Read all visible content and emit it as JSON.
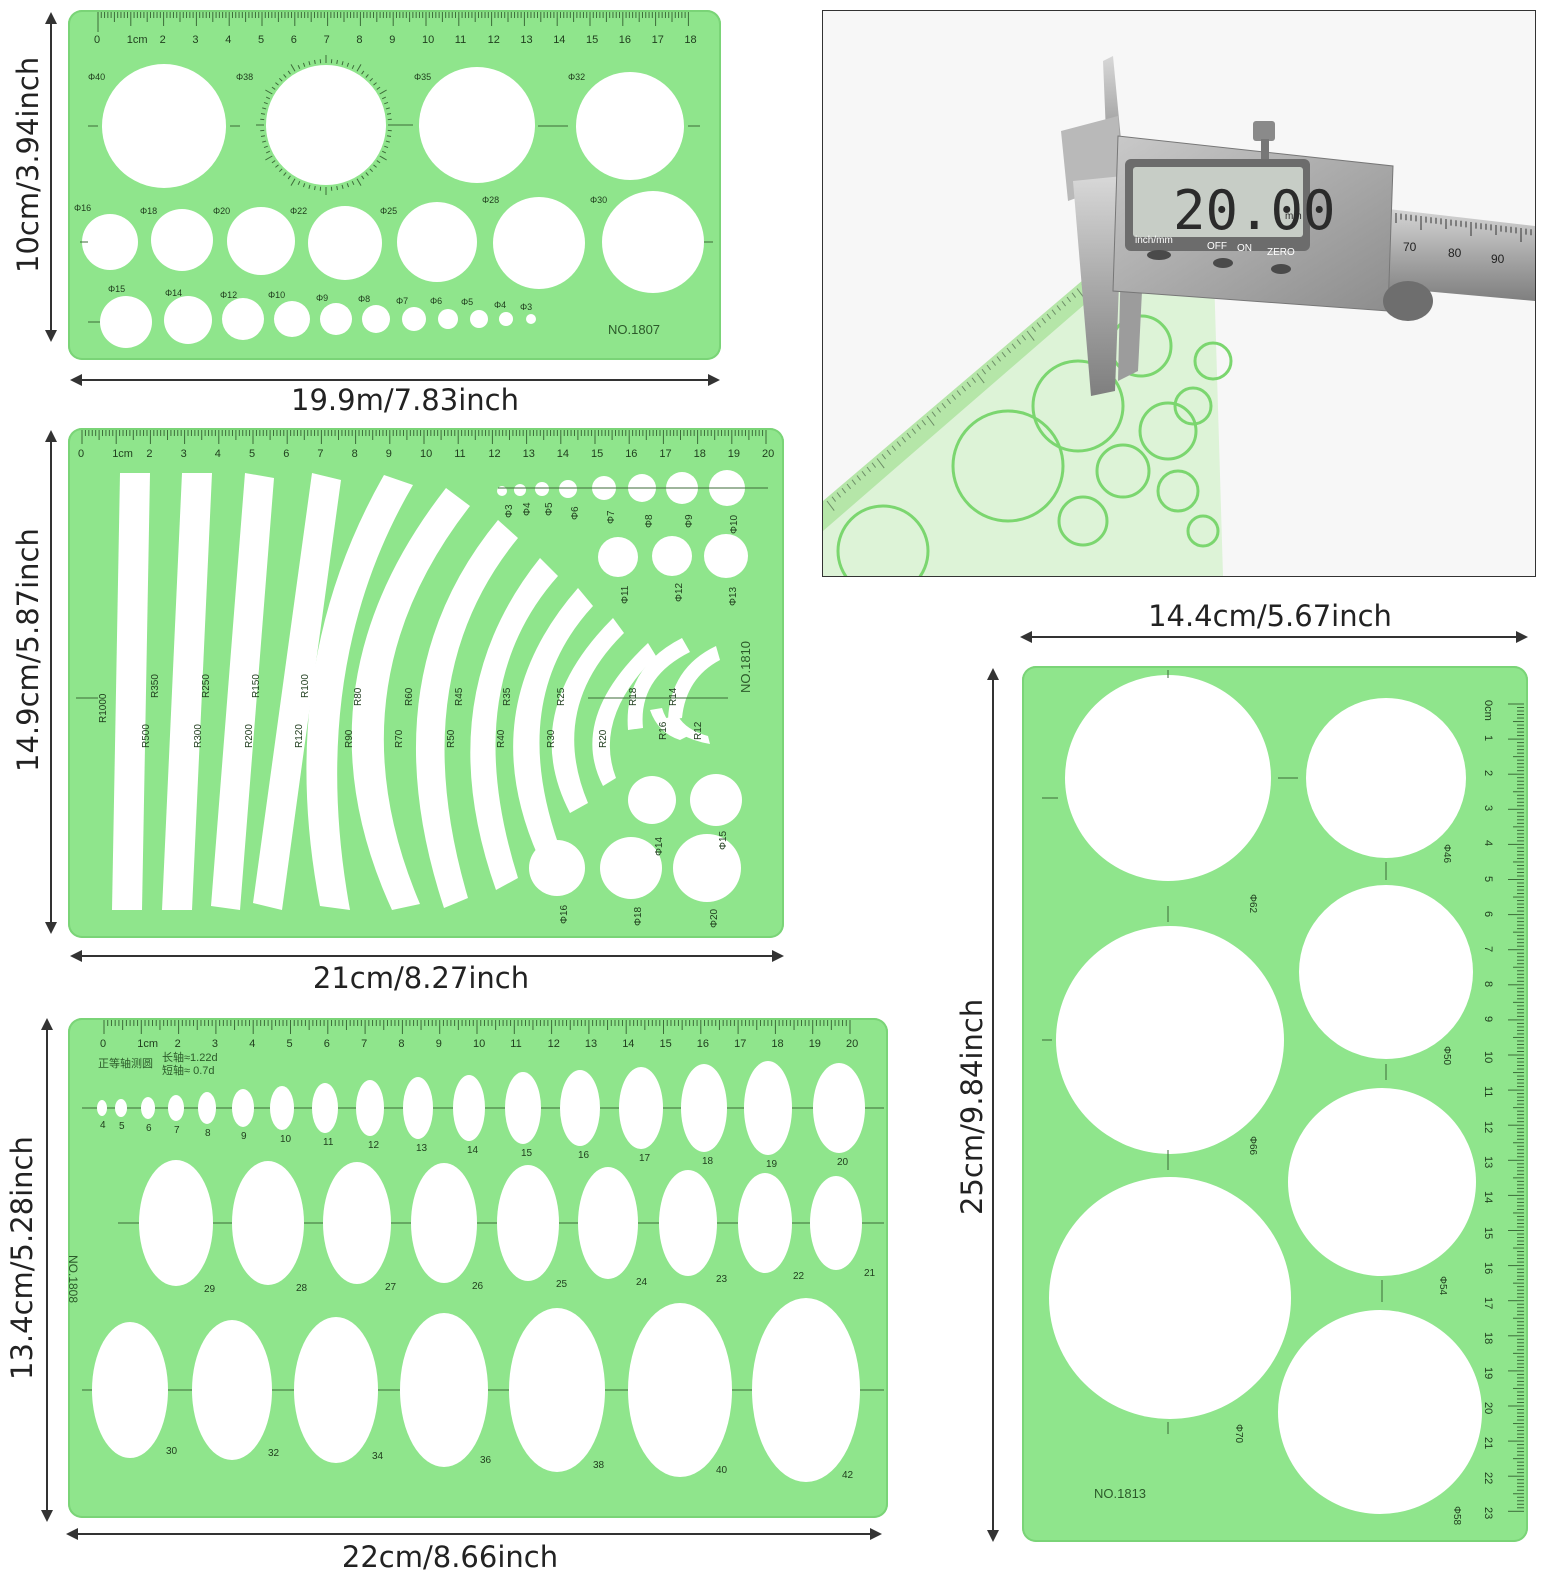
{
  "templates": [
    {
      "model": "NO.1807",
      "width_label": "19.9m/7.83inch",
      "height_label": "10cm/3.94inch",
      "ruler_labels": [
        "0",
        "1cm",
        "2",
        "3",
        "4",
        "5",
        "6",
        "7",
        "8",
        "9",
        "10",
        "11",
        "12",
        "13",
        "14",
        "15",
        "16",
        "17",
        "18"
      ],
      "hole_labels": [
        "Φ40",
        "Φ38",
        "Φ35",
        "Φ32",
        "Φ16",
        "Φ18",
        "Φ20",
        "Φ22",
        "Φ25",
        "Φ28",
        "Φ30",
        "Φ15",
        "Φ14",
        "Φ12",
        "Φ10",
        "Φ9",
        "Φ8",
        "Φ7",
        "Φ6",
        "Φ5",
        "Φ4",
        "Φ3"
      ]
    },
    {
      "model": "NO.1810",
      "width_label": "21cm/8.27inch",
      "height_label": "14.9cm/5.87inch",
      "ruler_labels": [
        "0",
        "1cm",
        "2",
        "3",
        "4",
        "5",
        "6",
        "7",
        "8",
        "9",
        "10",
        "11",
        "12",
        "13",
        "14",
        "15",
        "16",
        "17",
        "18",
        "19",
        "20"
      ],
      "radius_labels": [
        "R1000",
        "R500",
        "R350",
        "R300",
        "R250",
        "R200",
        "R150",
        "R120",
        "R100",
        "R90",
        "R80",
        "R70",
        "R60",
        "R50",
        "R45",
        "R40",
        "R35",
        "R30",
        "R25",
        "R20",
        "R18",
        "R16",
        "R14",
        "R12"
      ],
      "hole_labels": [
        "Φ3",
        "Φ4",
        "Φ5",
        "Φ6",
        "Φ7",
        "Φ8",
        "Φ9",
        "Φ10",
        "Φ11",
        "Φ12",
        "Φ13",
        "Φ14",
        "Φ15",
        "Φ16",
        "Φ18",
        "Φ20"
      ]
    },
    {
      "model": "NO.1808",
      "width_label": "22cm/8.66inch",
      "height_label": "13.4cm/5.28inch",
      "ruler_labels": [
        "0",
        "1cm",
        "2",
        "3",
        "4",
        "5",
        "6",
        "7",
        "8",
        "9",
        "10",
        "11",
        "12",
        "13",
        "14",
        "15",
        "16",
        "17",
        "18",
        "19",
        "20"
      ],
      "note_line1": "正等轴测圆",
      "note_long": "长轴≈1.22d",
      "note_short": "短轴≈ 0.7d",
      "ellipse_row1": [
        "4",
        "5",
        "6",
        "7",
        "8",
        "9",
        "10",
        "11",
        "12",
        "13",
        "14",
        "15",
        "16",
        "17",
        "18",
        "19",
        "20"
      ],
      "ellipse_row2": [
        "29",
        "28",
        "27",
        "26",
        "25",
        "24",
        "23",
        "22",
        "21"
      ],
      "ellipse_row3": [
        "30",
        "32",
        "34",
        "36",
        "38",
        "40",
        "42"
      ]
    },
    {
      "model": "NO.1813",
      "width_label": "14.4cm/5.67inch",
      "height_label": "25cm/9.84inch",
      "ruler_labels": [
        "0cm",
        "1",
        "2",
        "3",
        "4",
        "5",
        "6",
        "7",
        "8",
        "9",
        "10",
        "11",
        "12",
        "13",
        "14",
        "15",
        "16",
        "17",
        "18",
        "19",
        "20",
        "21",
        "22",
        "23"
      ],
      "hole_labels": [
        "Φ62",
        "Φ66",
        "Φ70",
        "Φ46",
        "Φ50",
        "Φ54",
        "Φ58"
      ]
    }
  ],
  "caliper": {
    "reading": "20.00",
    "unit_small": "mm",
    "button_labels": [
      "inch/mm",
      "OFF",
      "ON",
      "ZERO"
    ],
    "scale_labels": [
      "70",
      "80",
      "90"
    ]
  },
  "colors": {
    "template_green": "#8fe58c",
    "template_edge": "#7ad477",
    "hole_white": "#ffffff",
    "text_dark": "#222222"
  }
}
